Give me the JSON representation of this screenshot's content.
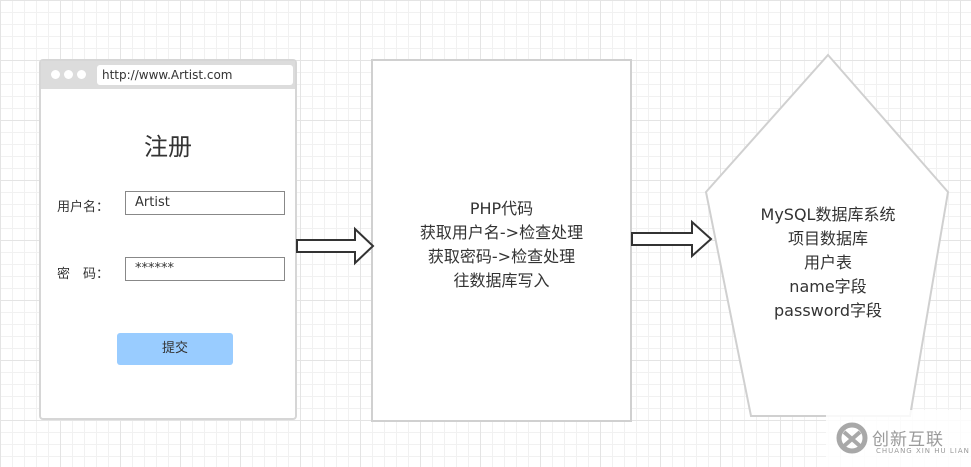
{
  "browser": {
    "url": "http://www.Artist.com",
    "form_title": "注册",
    "username_label": "用户名：",
    "username_value": "Artist",
    "password_label": "密　码：",
    "password_value": "******",
    "submit_label": "提交"
  },
  "php_box": {
    "lines": [
      "PHP代码",
      "获取用户名->检查处理",
      "获取密码->检查处理",
      "往数据库写入"
    ]
  },
  "mysql_node": {
    "lines": [
      "MySQL数据库系统",
      "项目数据库",
      "用户表",
      "name字段",
      "password字段"
    ]
  },
  "watermark": {
    "text_cn": "创新互联",
    "text_en": "CHUANG XIN HU LIAN"
  }
}
